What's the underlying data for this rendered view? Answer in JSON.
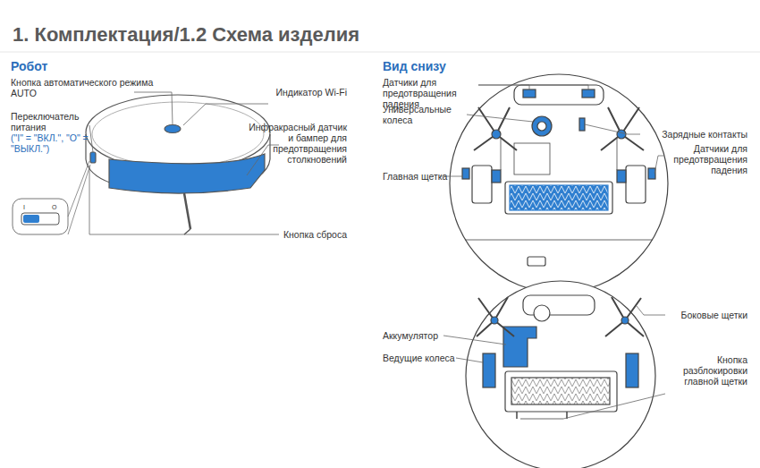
{
  "diagram": {
    "title": "1. Комплектация/1.2 Схема изделия",
    "labels": [
      "Робот",
      "Кнопка автоматического режима AUTO",
      "Переключатель питания",
      "(\"I\" = \"ВКЛ.\", \"O\" = \"ВЫКЛ.\")",
      "Индикатор Wi-Fi",
      "Инфракрасный датчик и бампер для предотвращения столкновений",
      "Кнопка сброса",
      "Вид снизу",
      "Датчики для предотвращения падения",
      "Универсальные колеса",
      "Главная щетка",
      "Зарядные контакты",
      "Датчики для предотвращения падения",
      "Аккумулятор",
      "Ведущие колеса",
      "Боковые щетки",
      "Кнопка разблокировки главной щетки",
      "I",
      "O"
    ]
  }
}
